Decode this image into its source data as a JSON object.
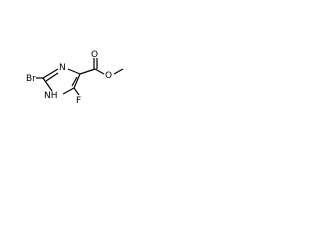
{
  "molecule": {
    "atoms": {
      "br": "Br",
      "n_ring": "N",
      "nh": "NH",
      "o_carbonyl": "O",
      "o_ester": "O",
      "f": "F"
    },
    "colors": {
      "bond": "#000000",
      "label": "#000000",
      "background": "#ffffff"
    }
  }
}
